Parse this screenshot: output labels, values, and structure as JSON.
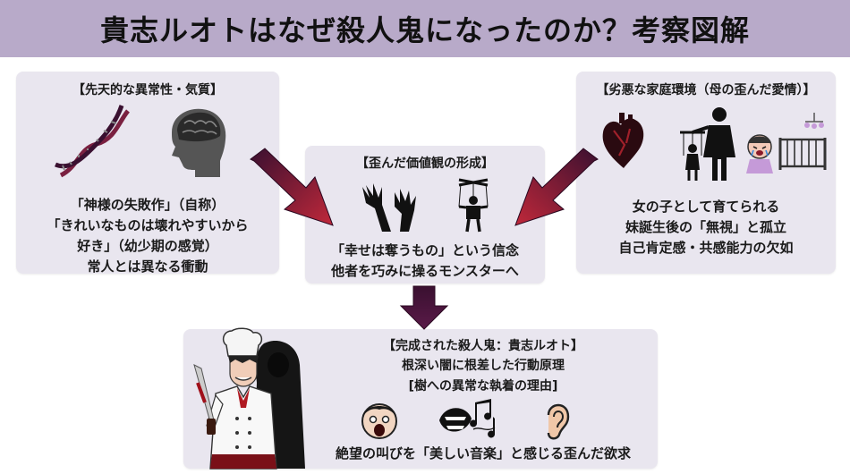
{
  "title": "貴志ルオトはなぜ殺人鬼になったのか？考察図解",
  "innate": {
    "heading": "【先天的な異常性・気質】",
    "lines": [
      "「神様の失敗作」（自称）",
      "「きれいなものは壊れやすいから",
      "好き」（幼少期の感覚）",
      "常人とは異なる衝動"
    ],
    "icons": [
      "dna-icon",
      "brain-head-icon"
    ]
  },
  "environment": {
    "heading": "【劣悪な家庭環境（母の歪んだ愛情）】",
    "lines": [
      "女の子として育てられる",
      "妹誕生後の「無視」と孤立",
      "自己肯定感・共感能力の欠如"
    ],
    "icons": [
      "heart-icon",
      "mother-marionette-icon",
      "crying-baby-icon",
      "crib-icon"
    ]
  },
  "values": {
    "heading": "【歪んだ価値観の形成】",
    "lines": [
      "「幸せは奪うもの」という信念",
      "他者を巧みに操るモンスターへ"
    ],
    "icons": [
      "grasping-hands-icon",
      "puppet-icon"
    ]
  },
  "final": {
    "heading": "【完成された殺人鬼：貴志ルオト】",
    "lines": [
      "根深い闇に根差した行動原理",
      "[樹への異常な執着の理由]"
    ],
    "bottom_line": "絶望の叫びを「美しい音楽」と感じる歪んだ欲求",
    "icons": [
      "chef-killer-icon",
      "screaming-face-icon",
      "mouth-music-icon",
      "ear-icon"
    ]
  },
  "colors": {
    "title_bg": "#b8aac9",
    "box_bg": "#e9e6ef",
    "arrow_dark": "#3a1030",
    "arrow_red": "#c0283a"
  }
}
